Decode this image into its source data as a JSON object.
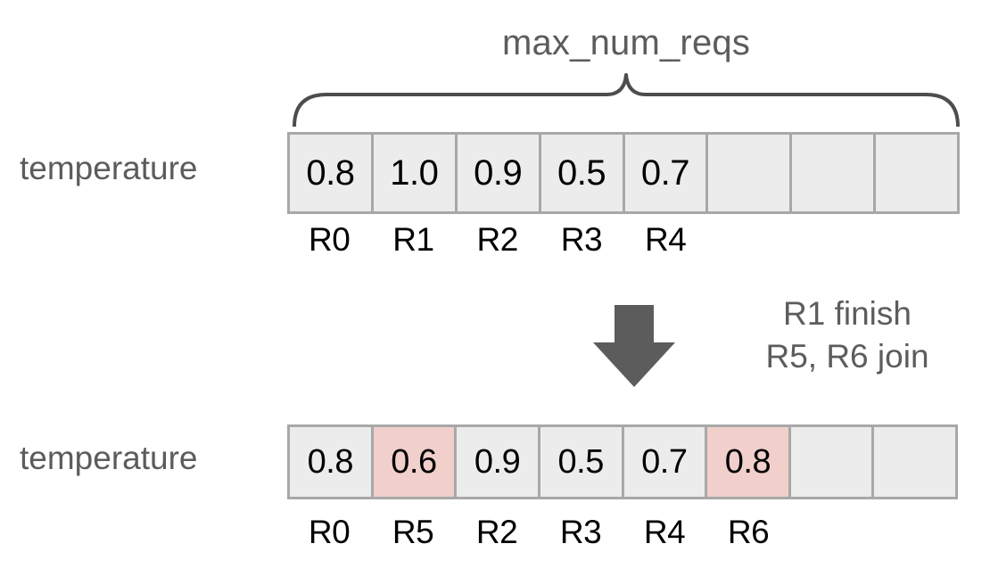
{
  "diagram": {
    "brace_title": "max_num_reqs",
    "colors": {
      "cell_background": "#ececec",
      "cell_border": "#a8a8a8",
      "highlight_background": "#f1cfcb",
      "label_text": "#5c5c5c",
      "value_text": "#000000",
      "arrow": "#5c5c5c",
      "brace": "#4d4d4d"
    },
    "rows": [
      {
        "label": "temperature",
        "cells": [
          {
            "value": "0.8",
            "highlighted": false
          },
          {
            "value": "1.0",
            "highlighted": false
          },
          {
            "value": "0.9",
            "highlighted": false
          },
          {
            "value": "0.5",
            "highlighted": false
          },
          {
            "value": "0.7",
            "highlighted": false
          },
          {
            "value": "",
            "highlighted": false
          },
          {
            "value": "",
            "highlighted": false
          },
          {
            "value": "",
            "highlighted": false
          }
        ],
        "ids": [
          "R0",
          "R1",
          "R2",
          "R3",
          "R4",
          "",
          "",
          ""
        ]
      },
      {
        "label": "temperature",
        "cells": [
          {
            "value": "0.8",
            "highlighted": false
          },
          {
            "value": "0.6",
            "highlighted": true
          },
          {
            "value": "0.9",
            "highlighted": false
          },
          {
            "value": "0.5",
            "highlighted": false
          },
          {
            "value": "0.7",
            "highlighted": false
          },
          {
            "value": "0.8",
            "highlighted": true
          },
          {
            "value": "",
            "highlighted": false
          },
          {
            "value": "",
            "highlighted": false
          }
        ],
        "ids": [
          "R0",
          "R5",
          "R2",
          "R3",
          "R4",
          "R6",
          "",
          ""
        ]
      }
    ],
    "transition": {
      "arrow_icon": "down-arrow-icon",
      "notes": [
        "R1 finish",
        "R5, R6 join"
      ]
    }
  }
}
